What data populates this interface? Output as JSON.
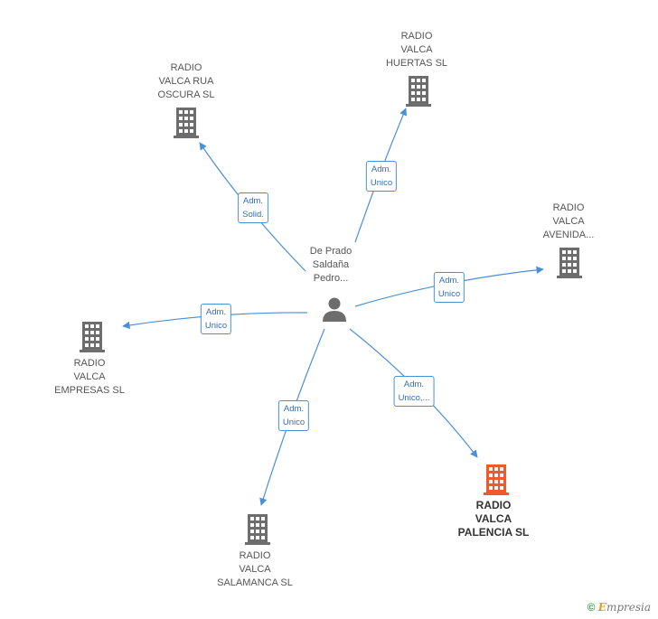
{
  "center": {
    "name_lines": [
      "De Prado",
      "Saldaña",
      "Pedro..."
    ]
  },
  "companies": [
    {
      "id": "rua-oscura",
      "lines": [
        "RADIO",
        "VALCA RUA",
        "OSCURA SL"
      ],
      "highlight": false,
      "relation": [
        "Adm.",
        "Solid."
      ]
    },
    {
      "id": "huertas",
      "lines": [
        "RADIO",
        "VALCA",
        "HUERTAS SL"
      ],
      "highlight": false,
      "relation": [
        "Adm.",
        "Unico"
      ]
    },
    {
      "id": "avenida",
      "lines": [
        "RADIO",
        "VALCA",
        "AVENIDA..."
      ],
      "highlight": false,
      "relation": [
        "Adm.",
        "Unico"
      ]
    },
    {
      "id": "empresas",
      "lines": [
        "RADIO",
        "VALCA",
        "EMPRESAS SL"
      ],
      "highlight": false,
      "relation": [
        "Adm.",
        "Unico"
      ]
    },
    {
      "id": "palencia",
      "lines": [
        "RADIO",
        "VALCA",
        "PALENCIA SL"
      ],
      "highlight": true,
      "relation": [
        "Adm.",
        "Unico,..."
      ]
    },
    {
      "id": "salamanca",
      "lines": [
        "RADIO",
        "VALCA",
        "SALAMANCA SL"
      ],
      "highlight": false,
      "relation": [
        "Adm.",
        "Unico"
      ]
    }
  ],
  "colors": {
    "edge": "#4a90d9",
    "building": "#6d6d6d",
    "building_highlight": "#f0592b",
    "person": "#6d6d6d"
  },
  "footer": {
    "copyright_symbol": "©",
    "brand_first": "E",
    "brand_rest": "mpresia"
  }
}
